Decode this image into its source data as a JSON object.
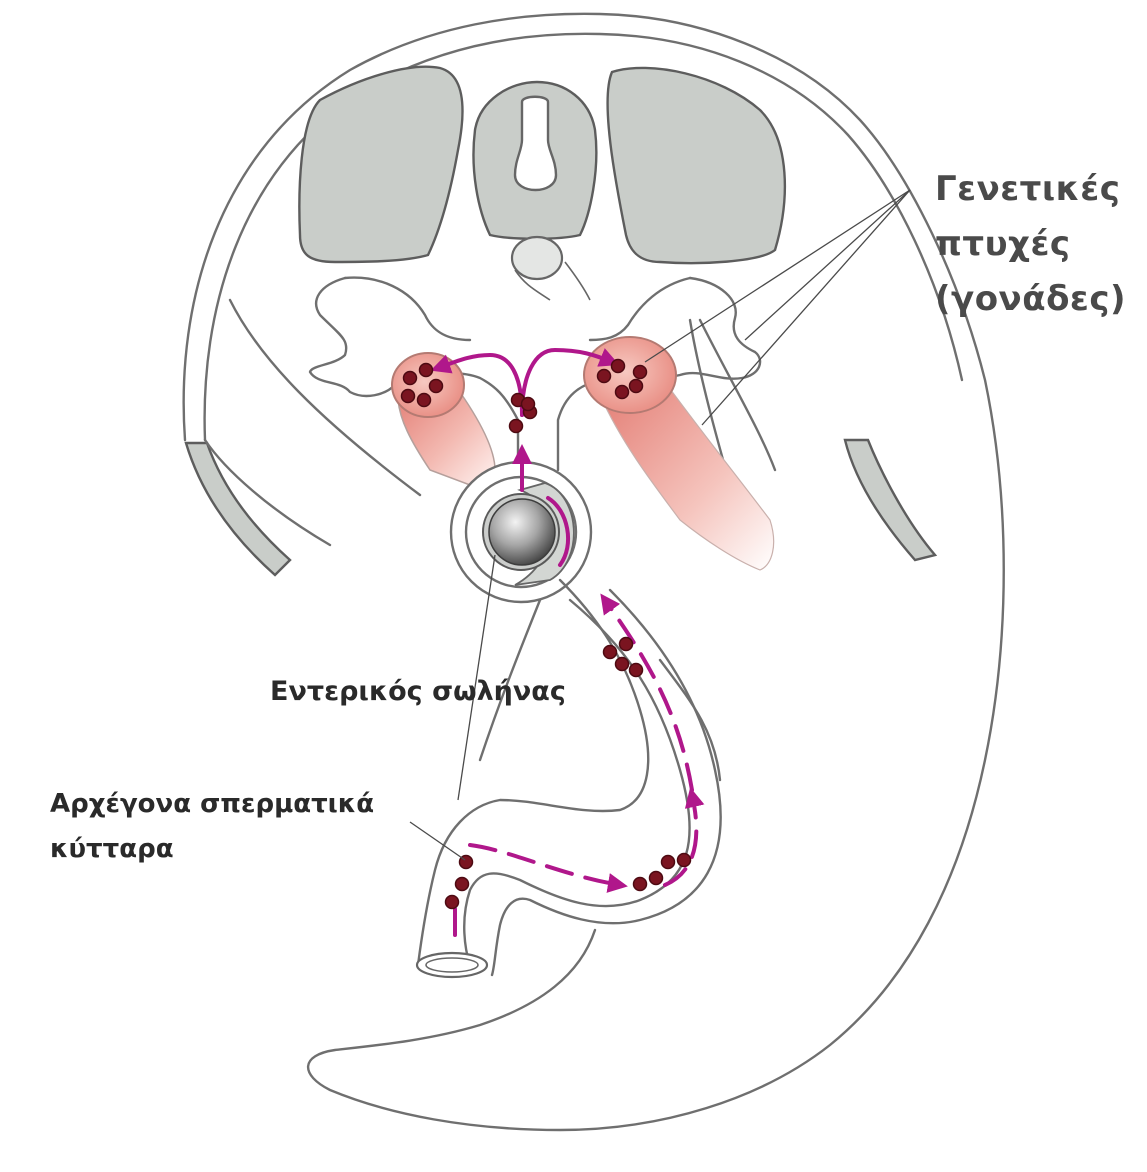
{
  "labels": {
    "gonads_line1": "Γενετικές",
    "gonads_line2": "πτυχές",
    "gonads_line3": "(γονάδες)",
    "gut_tube": "Εντερικός σωλήνας",
    "germ_cells_line1": "Αρχέγονα σπερματικά",
    "germ_cells_line2": "κύτταρα"
  },
  "colors": {
    "outline": "#6f6f6f",
    "organ_gray": "#c9cdc9",
    "gonad_pink": "#e7867c",
    "migration_arrow": "#b0178b",
    "germ_cell": "#7a1420"
  }
}
